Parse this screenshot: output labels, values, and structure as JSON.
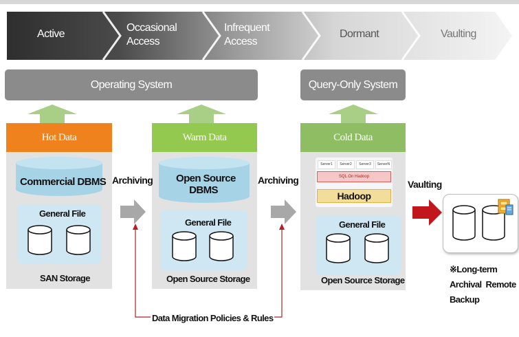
{
  "stages": [
    {
      "label_lines": [
        "Active"
      ]
    },
    {
      "label_lines": [
        "Occasional",
        "Access"
      ]
    },
    {
      "label_lines": [
        "Infrequent",
        "Access"
      ]
    },
    {
      "label_lines": [
        "Dormant"
      ]
    },
    {
      "label_lines": [
        "Vaulting"
      ]
    }
  ],
  "systems": {
    "operating": "Operating System",
    "query_only": "Query-Only System"
  },
  "hot": {
    "title": "Hot Data",
    "dbms": "Commercial DBMS",
    "file": "General File",
    "storage": "SAN Storage"
  },
  "warm": {
    "title": "Warm Data",
    "dbms_line1": "Open Source",
    "dbms_line2": "DBMS",
    "file": "General File",
    "storage": "Open Source Storage"
  },
  "cold": {
    "title": "Cold Data",
    "servers": [
      "Server1",
      "Server2",
      "Server3",
      "ServerN"
    ],
    "sql": "SQL On Hadoop",
    "hadoop": "Hadoop",
    "file": "General File",
    "storage": "Open Source Storage"
  },
  "arrows": {
    "archiving1": "Archiving",
    "archiving2": "Archiving",
    "vaulting": "Vaulting"
  },
  "vault": {
    "line1": "※Long-term",
    "line2": "Archival  Remote",
    "line3": "Backup"
  },
  "policy": "Data Migration Policies & Rules",
  "colors": {
    "chevron_dark": "#2f2f2f",
    "chevron_light": "#f2f2f2",
    "system_box": "#8c8c8c",
    "hot_orange": "#f0821e",
    "warm_green": "#94c94f",
    "cold_green": "#8fbd63",
    "panel_gray": "#e2e2e2",
    "vault_red": "#c0161c",
    "policy_line": "#b22222"
  }
}
